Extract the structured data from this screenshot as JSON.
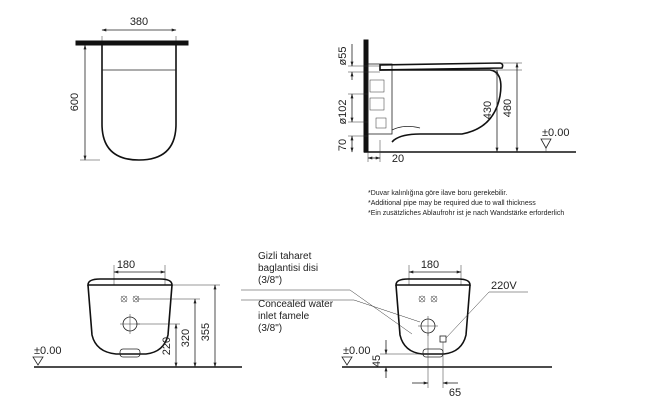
{
  "top_view": {
    "width_dim": "380",
    "depth_dim": "600"
  },
  "side_view": {
    "pipe_top_dim": "ø55",
    "pipe_mid_dim": "ø102",
    "bottom_dim": "70",
    "offset_dim": "20",
    "height_mid_dim": "430",
    "height_total_dim": "480",
    "floor_level": "±0.00"
  },
  "notes": [
    "*Duvar kalınlığına göre ilave boru gerekebilir.",
    "*Additional pipe may be required due to wall thickness",
    "*Ein zusätzliches Ablaufrohr ist je nach Wandstärke erforderlich"
  ],
  "front_view_left": {
    "width_dim": "180",
    "dim_220": "220",
    "dim_320": "320",
    "dim_355": "355",
    "floor_level": "±0.00"
  },
  "callouts": {
    "tr_line1": "Gizli taharet",
    "tr_line2": "baglantisi disi",
    "tr_line3": "(3/8\")",
    "en_line1": "Concealed water",
    "en_line2": "inlet famele",
    "en_line3": "(3/8\")"
  },
  "front_view_right": {
    "width_dim": "180",
    "voltage": "220V",
    "dim_45": "45",
    "dim_65": "65",
    "floor_level": "±0.00"
  }
}
